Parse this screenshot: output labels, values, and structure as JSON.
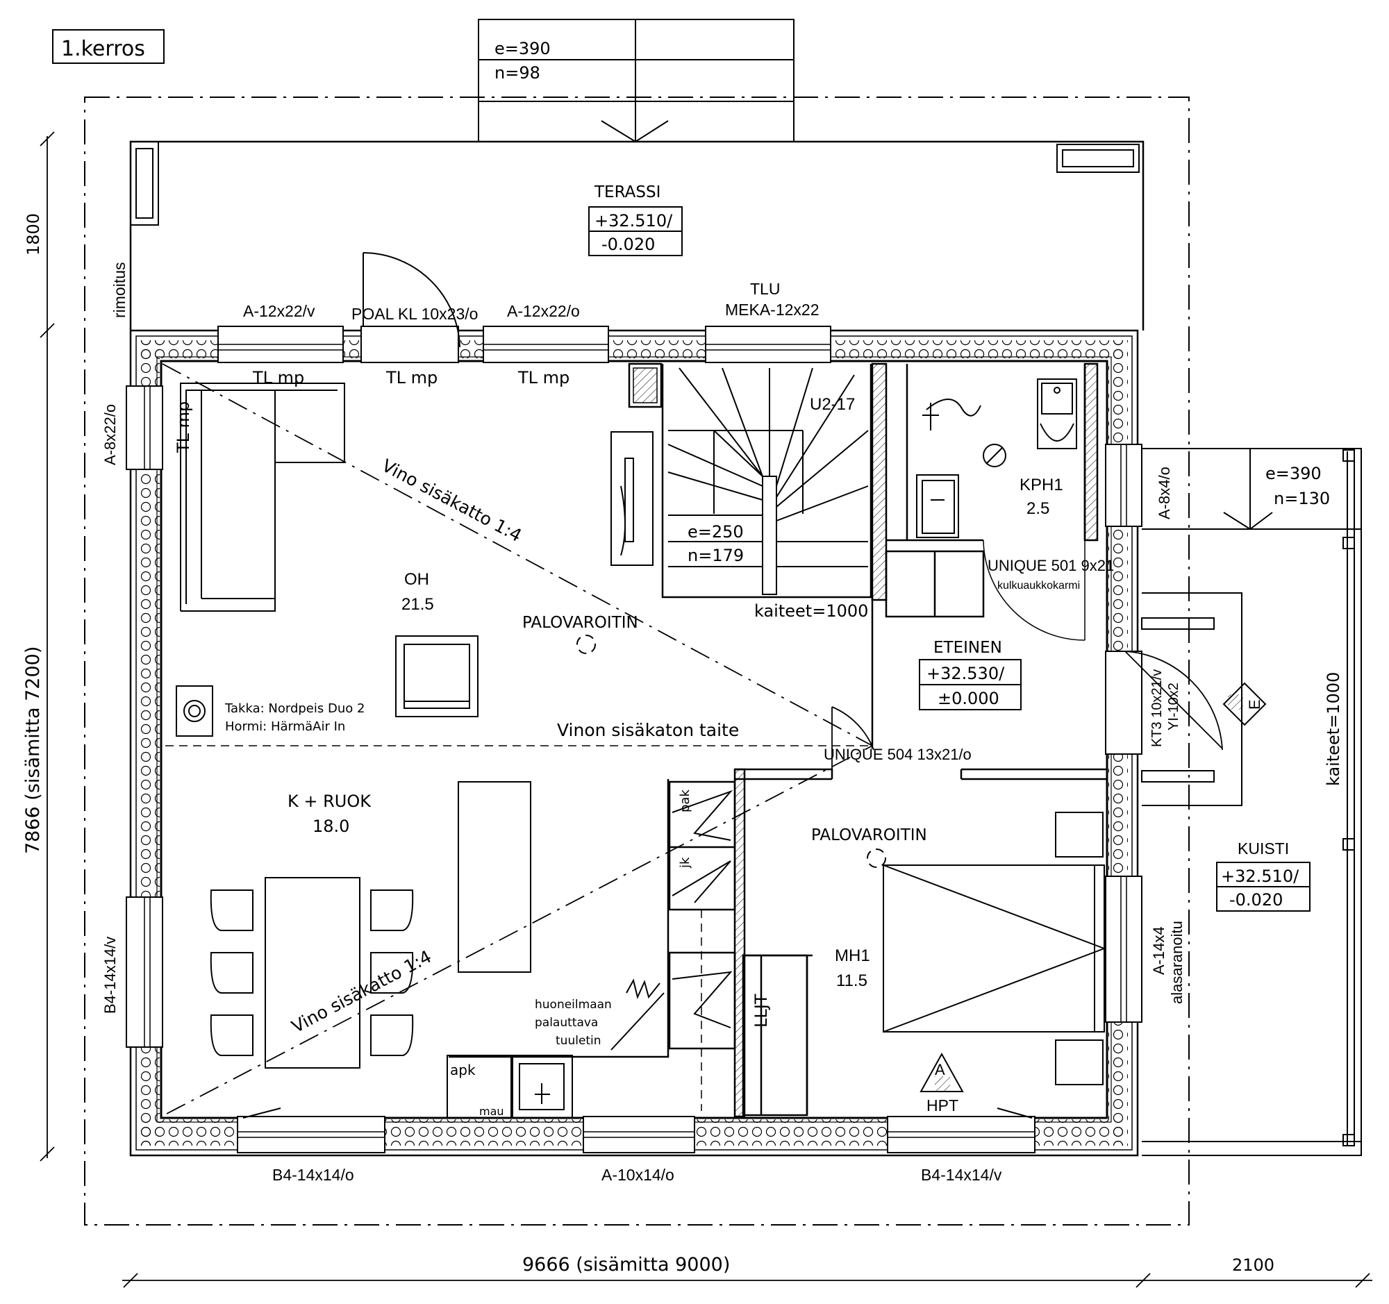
{
  "title": "1.kerros",
  "stair_box_top": {
    "rise": "e=390",
    "count": "n=98"
  },
  "stair_box_right": {
    "rise": "e=390",
    "count": "n=130"
  },
  "stair_main": {
    "rise": "e=250",
    "count": "n=179",
    "code": "U2-17",
    "railing": "kaiteet=1000"
  },
  "porch_railing": "kaiteet=1000",
  "rooms": {
    "terassi": {
      "name": "TERASSI",
      "level_a": "+32.510/",
      "level_b": "-0.020"
    },
    "oh": {
      "name": "OH",
      "area": "21.5"
    },
    "kph": {
      "name": "KPH1",
      "area": "2.5"
    },
    "eteinen": {
      "name": "ETEINEN",
      "level_a": "+32.530/",
      "level_b": "±0.000"
    },
    "keittio": {
      "name": "K + RUOK",
      "area": "18.0"
    },
    "mh1": {
      "name": "MH1",
      "area": "11.5"
    },
    "kuisti": {
      "name": "KUISTI",
      "level_a": "+32.510/",
      "level_b": "-0.020"
    }
  },
  "windows": {
    "top_left": "A-12x22/v",
    "top_door": "POAL KL 10x23/o",
    "top_mid": "A-12x22/o",
    "tlu": "TLU",
    "top_right": "MEKA-12x22",
    "left_top": "A-8x22/o",
    "left_bottom": "B4-14x14/v",
    "right_top": "A-8x4/o",
    "right_door_a": "KT3 10x21/v",
    "right_door_b": "YI-10x2",
    "right_bottom_a": "A-14x4",
    "right_bottom_b": "alasaranoitu",
    "bottom_left": "B4-14x14/o",
    "bottom_mid": "A-10x14/o",
    "bottom_right": "B4-14x14/v"
  },
  "tl_mp": "TL mp",
  "rimoitus": "rimoitus",
  "vino_1": "Vino sisäkatto 1:4",
  "vino_2": "Vino sisäkatto 1:4",
  "vinon_taite": "Vinon sisäkaton taite",
  "palovaroitin_1": "PALOVAROITIN",
  "palovaroitin_2": "PALOVAROITIN",
  "takka": "Takka: Nordpeis Duo 2",
  "hormi": "Hormi: HärmäAir In",
  "unique_501": "UNIQUE 501 9x21",
  "kulkuaukko": "kulkuaukkokarmi",
  "unique_504": "UNIQUE 504 13x21/o",
  "tuuletin": [
    "huoneilmaan",
    "palauttava",
    "tuuletin"
  ],
  "pak": "pak",
  "jk": "jk",
  "apk": "apk",
  "mau": "mau",
  "lljt": "LLJT",
  "hpt": "HPT",
  "section_a": "A",
  "section_e": "E",
  "dims": {
    "height_total": "7866 (sisämitta 7200)",
    "height_terrace": "1800",
    "width_total": "9666 (sisämitta 9000)",
    "width_porch": "2100"
  }
}
